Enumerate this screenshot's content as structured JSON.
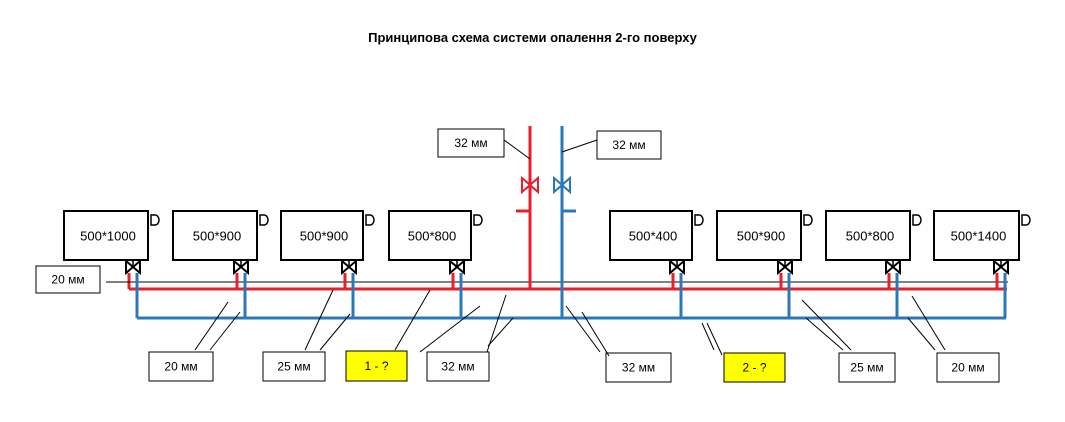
{
  "title": "Принципова схема системи опалення 2-го поверху",
  "colors": {
    "supply": "#e8202a",
    "return": "#2a78b8",
    "highlight": "#ffff00",
    "outline": "#000000"
  },
  "radiators": [
    {
      "label": "500*1000"
    },
    {
      "label": "500*900"
    },
    {
      "label": "500*900"
    },
    {
      "label": "500*800"
    },
    {
      "label": "500*400"
    },
    {
      "label": "500*900"
    },
    {
      "label": "500*800"
    },
    {
      "label": "500*1400"
    }
  ],
  "riser_labels": {
    "supply": "32 мм",
    "return": "32 мм"
  },
  "pipe_labels": {
    "left_end": "20 мм",
    "bottom": [
      {
        "text": "20 мм",
        "highlight": false
      },
      {
        "text": "25 мм",
        "highlight": false
      },
      {
        "text": "1 - ?",
        "highlight": true
      },
      {
        "text": "32 мм",
        "highlight": false
      },
      {
        "text": "32 мм",
        "highlight": false
      },
      {
        "text": "2 - ?",
        "highlight": true
      },
      {
        "text": "25 мм",
        "highlight": false
      },
      {
        "text": "20 мм",
        "highlight": false
      }
    ]
  }
}
